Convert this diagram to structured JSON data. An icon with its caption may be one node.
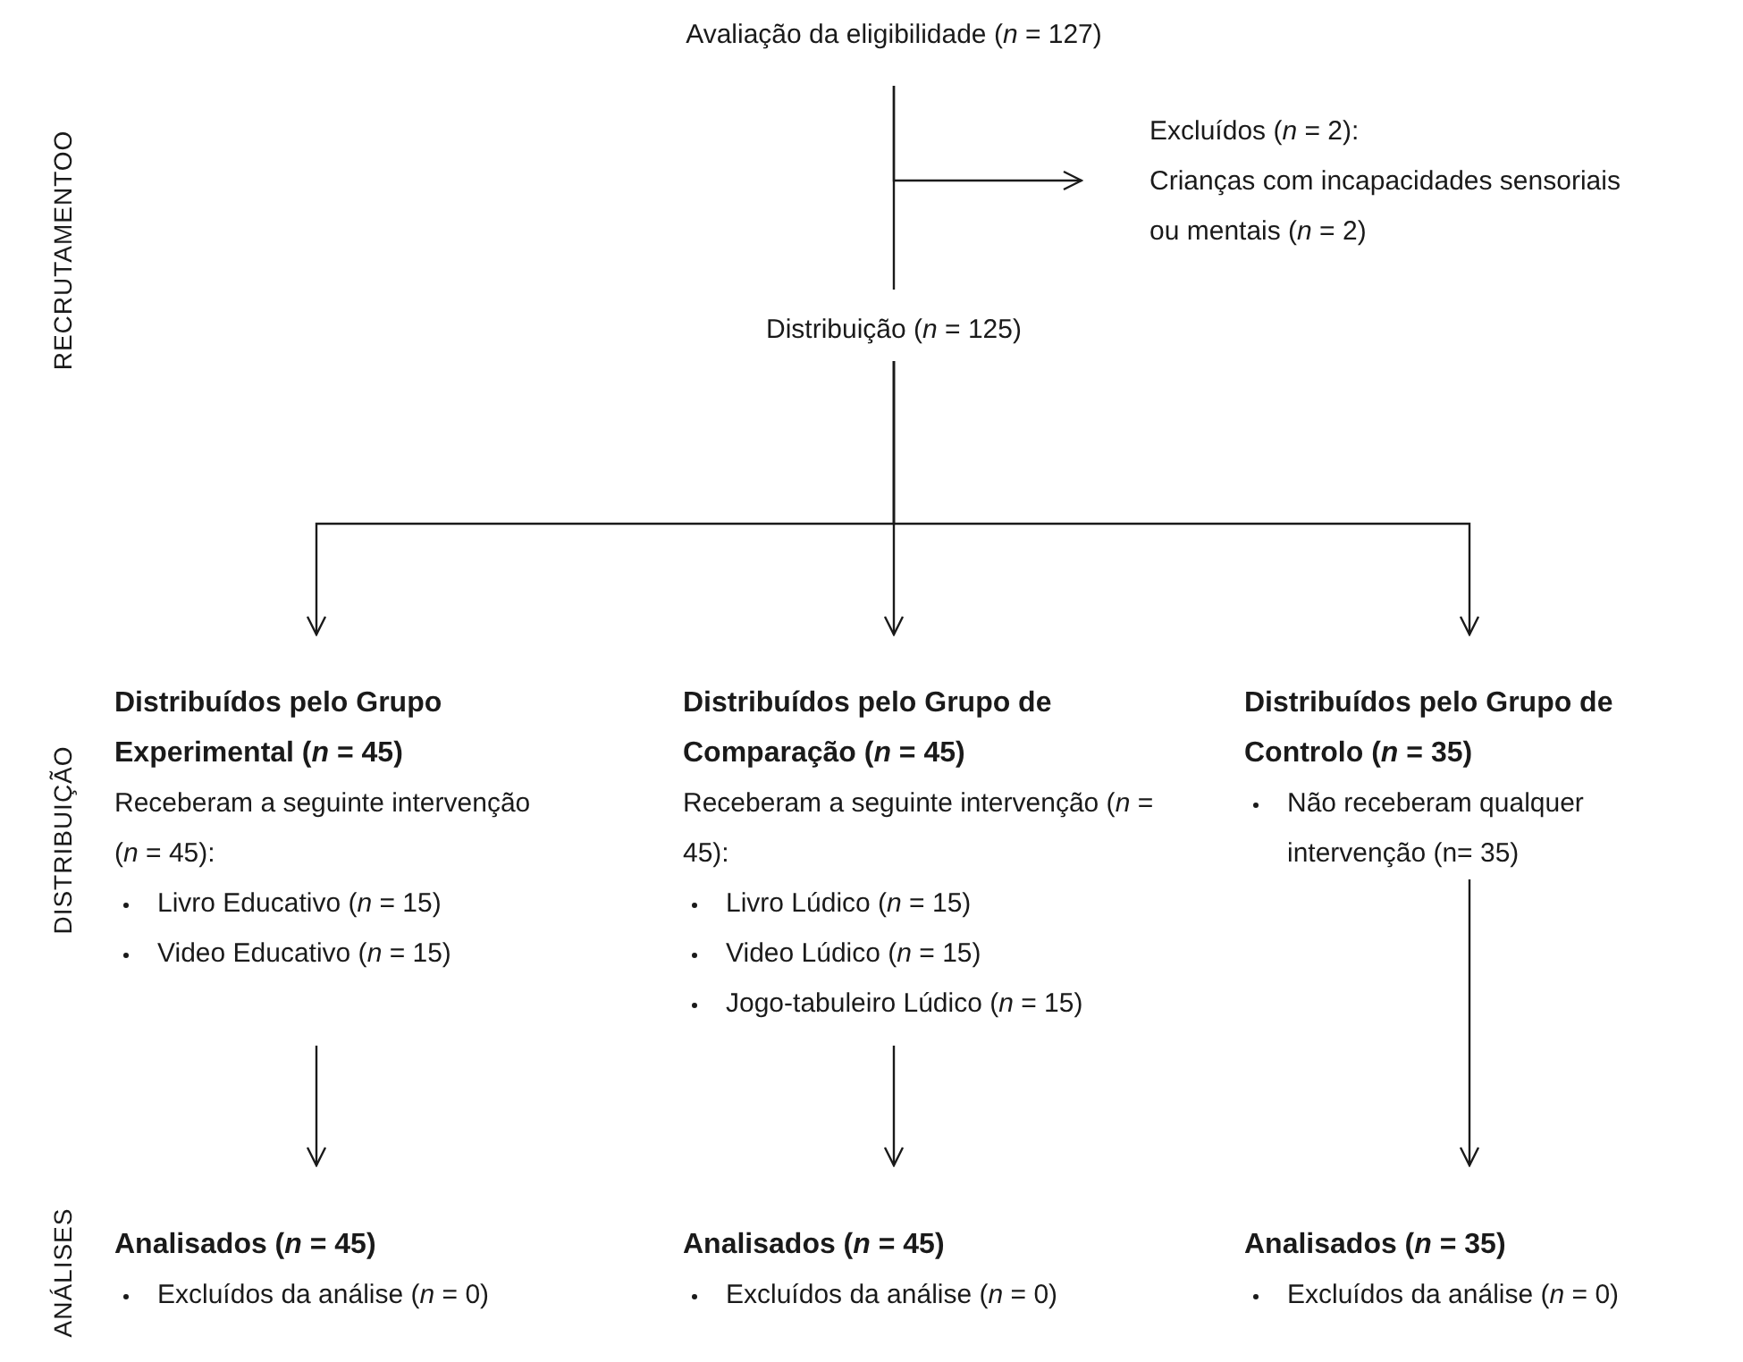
{
  "diagram": {
    "nodes": [
      {
        "text": [
          "Avaliação da eligibilidade (*n* = 127)"
        ]
      },
      {
        "text": [
          "Excluídos (*n* = 2):",
          "Crianças com incapacidades sensoriais ou mentais (*n* = 2)"
        ]
      },
      {
        "text": [
          "Distribuição (*n* = 125)"
        ]
      },
      {
        "text": [
          "Distribuídos pelo Grupo Experimental (*n* = 45)",
          "Receberam a seguinte intervenção (*n* = 45):",
          "Livro Educativo (*n* = 15)",
          "Video Educativo (*n* = 15)"
        ]
      },
      {
        "text": [
          "Distribuídos pelo Grupo de Comparação (*n* = 45)",
          "Receberam a seguinte intervenção (*n* = 45):",
          "Livro Lúdico (*n* = 15)",
          "Video Lúdico (*n* = 15)",
          "Jogo-tabuleiro Lúdico (*n* = 15)"
        ]
      },
      {
        "text": [
          "Distribuídos pelo Grupo de Controlo (*n* = 35)",
          "Não receberam qualquer intervenção (n= 35)"
        ]
      },
      {
        "text": [
          "Analisados (*n* = 45)",
          "Excluídos da análise (*n* = 0)"
        ]
      },
      {
        "text": [
          "Analisados (*n* = 45)",
          "Excluídos da análise (*n* = 0)"
        ]
      },
      {
        "text": [
          "Analisados (*n* = 35)",
          "Excluídos da análise (*n* = 0)"
        ]
      }
    ],
    "edges": [
      {
        "from": 0,
        "to": 2,
        "arrow": "none"
      },
      {
        "from": 0,
        "to": 1,
        "arrow": "to"
      },
      {
        "from": 2,
        "to": 3,
        "arrow": "to"
      },
      {
        "from": 2,
        "to": 4,
        "arrow": "to"
      },
      {
        "from": 2,
        "to": 5,
        "arrow": "to"
      },
      {
        "from": 3,
        "to": 6,
        "arrow": "to"
      },
      {
        "from": 4,
        "to": 7,
        "arrow": "to"
      },
      {
        "from": 5,
        "to": 8,
        "arrow": "to"
      }
    ],
    "labels": [
      "RECRUTAMENTOO",
      "DISTRIBUIÇÃO",
      "ANÁLISES"
    ]
  }
}
